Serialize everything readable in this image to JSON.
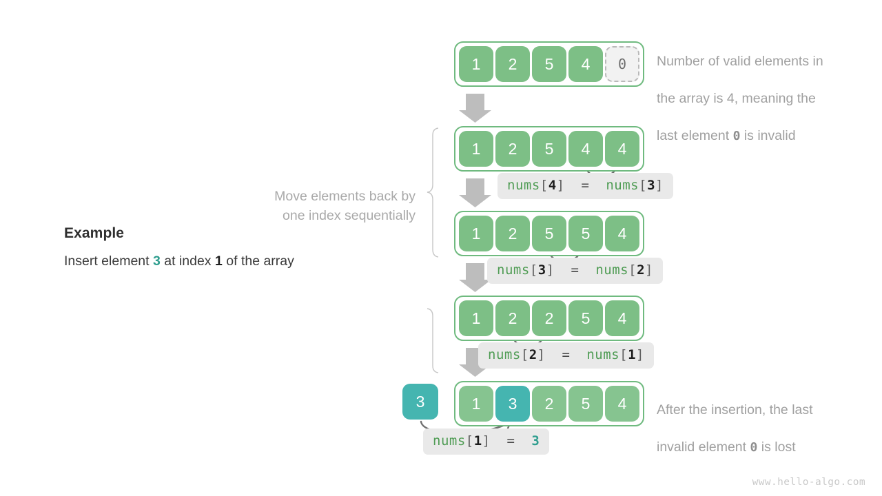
{
  "meta": {
    "watermark": "www.hello-algo.com",
    "colors": {
      "cell_green": "#7dbf86",
      "cell_green_light": "#86c490",
      "cell_teal": "#45b5b0",
      "container_border": "#6fba7f",
      "invalid_bg": "#f2f2f2",
      "invalid_border": "#b9b9b9",
      "arrow_gray": "#bdbdbd",
      "curve_gray": "#777777",
      "note_text": "#a0a0a0",
      "code_bg": "#e9e9e9",
      "code_name": "#4f9c54",
      "code_index": "#1d1d1d",
      "accent_teal": "#2f9e8f"
    }
  },
  "example": {
    "title": "Example",
    "sentence_prefix": "Insert element ",
    "insert_value": "3",
    "sentence_middle": " at index ",
    "insert_index": "1",
    "sentence_suffix": " of the array"
  },
  "notes": {
    "top_right": "Number of valid elements in\nthe array is 4, meaning the\nlast element 0 is invalid",
    "top_right_line1": "Number of valid elements in",
    "top_right_line2": "the array is 4, meaning the",
    "top_right_line3_pre": "last element ",
    "top_right_line3_zero": "0",
    "top_right_line3_post": " is invalid",
    "left_middle": "Move elements back by\none index sequentially",
    "bottom_right_line1": "After the insertion, the last",
    "bottom_right_line2_pre": "invalid element ",
    "bottom_right_line2_zero": "0",
    "bottom_right_line2_post": " is lost"
  },
  "steps": [
    {
      "id": "step-0-initial",
      "cells": [
        {
          "value": "1",
          "state": "valid"
        },
        {
          "value": "2",
          "state": "valid"
        },
        {
          "value": "5",
          "state": "valid"
        },
        {
          "value": "4",
          "state": "valid"
        },
        {
          "value": "0",
          "state": "invalid"
        }
      ],
      "code": null
    },
    {
      "id": "step-1-shift-4",
      "cells": [
        {
          "value": "1",
          "state": "valid"
        },
        {
          "value": "2",
          "state": "valid"
        },
        {
          "value": "5",
          "state": "valid"
        },
        {
          "value": "4",
          "state": "valid"
        },
        {
          "value": "4",
          "state": "valid"
        }
      ],
      "code": {
        "lhs_name": "nums",
        "lhs_index": "4",
        "op": "=",
        "rhs_name": "nums",
        "rhs_index": "3"
      },
      "curve": {
        "from_cell": 3,
        "to_cell": 4
      }
    },
    {
      "id": "step-2-shift-5",
      "cells": [
        {
          "value": "1",
          "state": "valid"
        },
        {
          "value": "2",
          "state": "valid"
        },
        {
          "value": "5",
          "state": "valid"
        },
        {
          "value": "5",
          "state": "valid"
        },
        {
          "value": "4",
          "state": "valid"
        }
      ],
      "code": {
        "lhs_name": "nums",
        "lhs_index": "3",
        "op": "=",
        "rhs_name": "nums",
        "rhs_index": "2"
      },
      "curve": {
        "from_cell": 2,
        "to_cell": 3
      }
    },
    {
      "id": "step-3-shift-2",
      "cells": [
        {
          "value": "1",
          "state": "valid"
        },
        {
          "value": "2",
          "state": "valid"
        },
        {
          "value": "2",
          "state": "valid"
        },
        {
          "value": "5",
          "state": "valid"
        },
        {
          "value": "4",
          "state": "valid"
        }
      ],
      "code": {
        "lhs_name": "nums",
        "lhs_index": "2",
        "op": "=",
        "rhs_name": "nums",
        "rhs_index": "1"
      },
      "curve": {
        "from_cell": 1,
        "to_cell": 2
      }
    },
    {
      "id": "step-4-inserted",
      "loose_cell": "3",
      "cells": [
        {
          "value": "1",
          "state": "valid"
        },
        {
          "value": "3",
          "state": "inserted"
        },
        {
          "value": "2",
          "state": "valid"
        },
        {
          "value": "5",
          "state": "valid"
        },
        {
          "value": "4",
          "state": "valid"
        }
      ],
      "code": {
        "lhs_name": "nums",
        "lhs_index": "1",
        "op": "=",
        "rhs_value": "3"
      }
    }
  ]
}
